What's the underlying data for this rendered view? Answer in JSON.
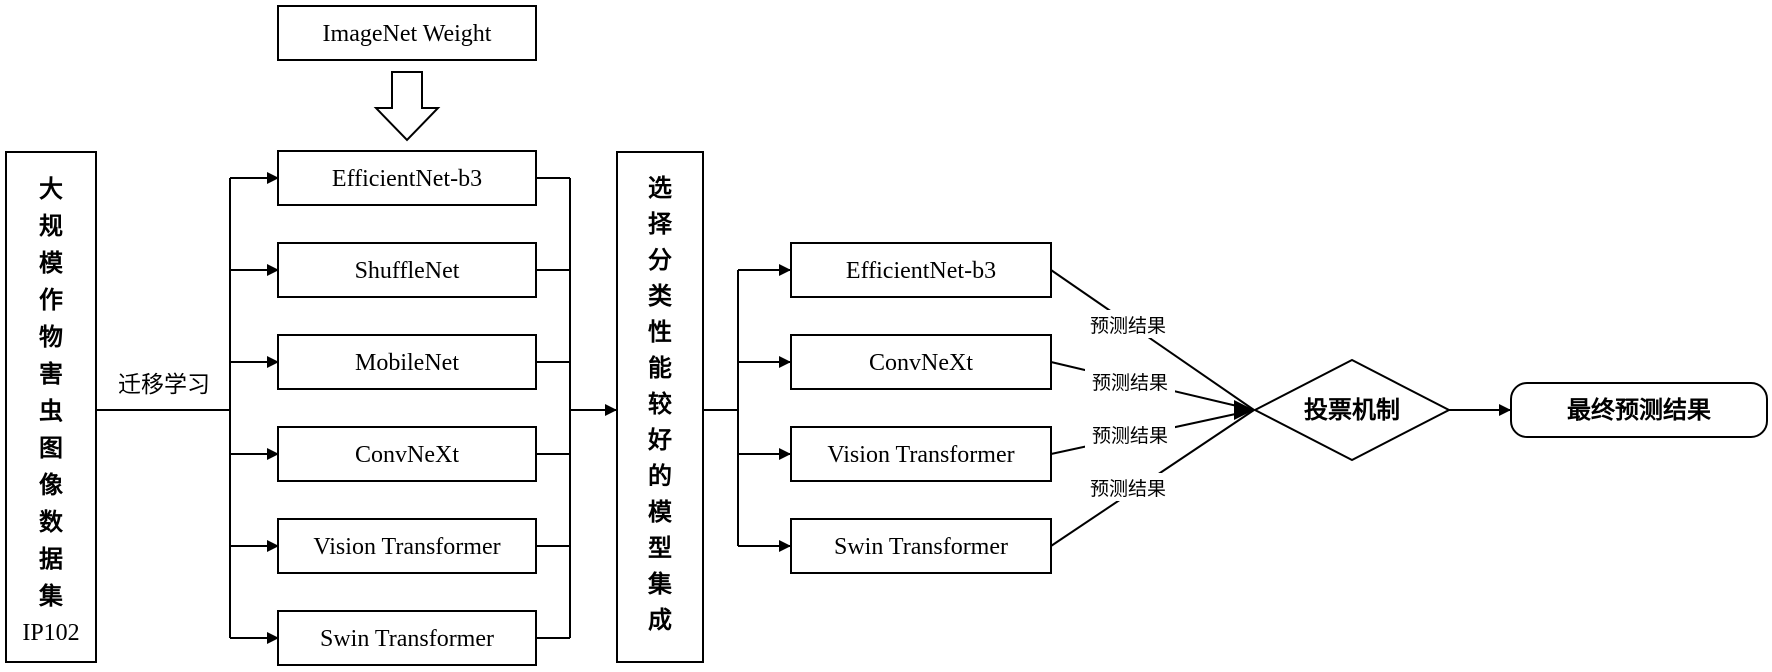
{
  "diagram": {
    "input_dataset": {
      "chars": [
        "大",
        "规",
        "模",
        "作",
        "物",
        "害",
        "虫",
        "图",
        "像",
        "数",
        "据",
        "集"
      ],
      "tag": "IP102"
    },
    "transfer_label": "迁移学习",
    "pretrained_weight": "ImageNet Weight",
    "candidate_models": [
      "EfficientNet-b3",
      "ShuffleNet",
      "MobileNet",
      "ConvNeXt",
      "Vision Transformer",
      "Swin Transformer"
    ],
    "selection_step": {
      "chars": [
        "选",
        "择",
        "分",
        "类",
        "性",
        "能",
        "较",
        "好",
        "的",
        "模",
        "型",
        "集",
        "成"
      ]
    },
    "ensemble_models": [
      "EfficientNet-b3",
      "ConvNeXt",
      "Vision Transformer",
      "Swin Transformer"
    ],
    "prediction_labels": [
      "预测结果",
      "预测结果",
      "预测结果",
      "预测结果"
    ],
    "voting": "投票机制",
    "final_output": "最终预测结果"
  }
}
